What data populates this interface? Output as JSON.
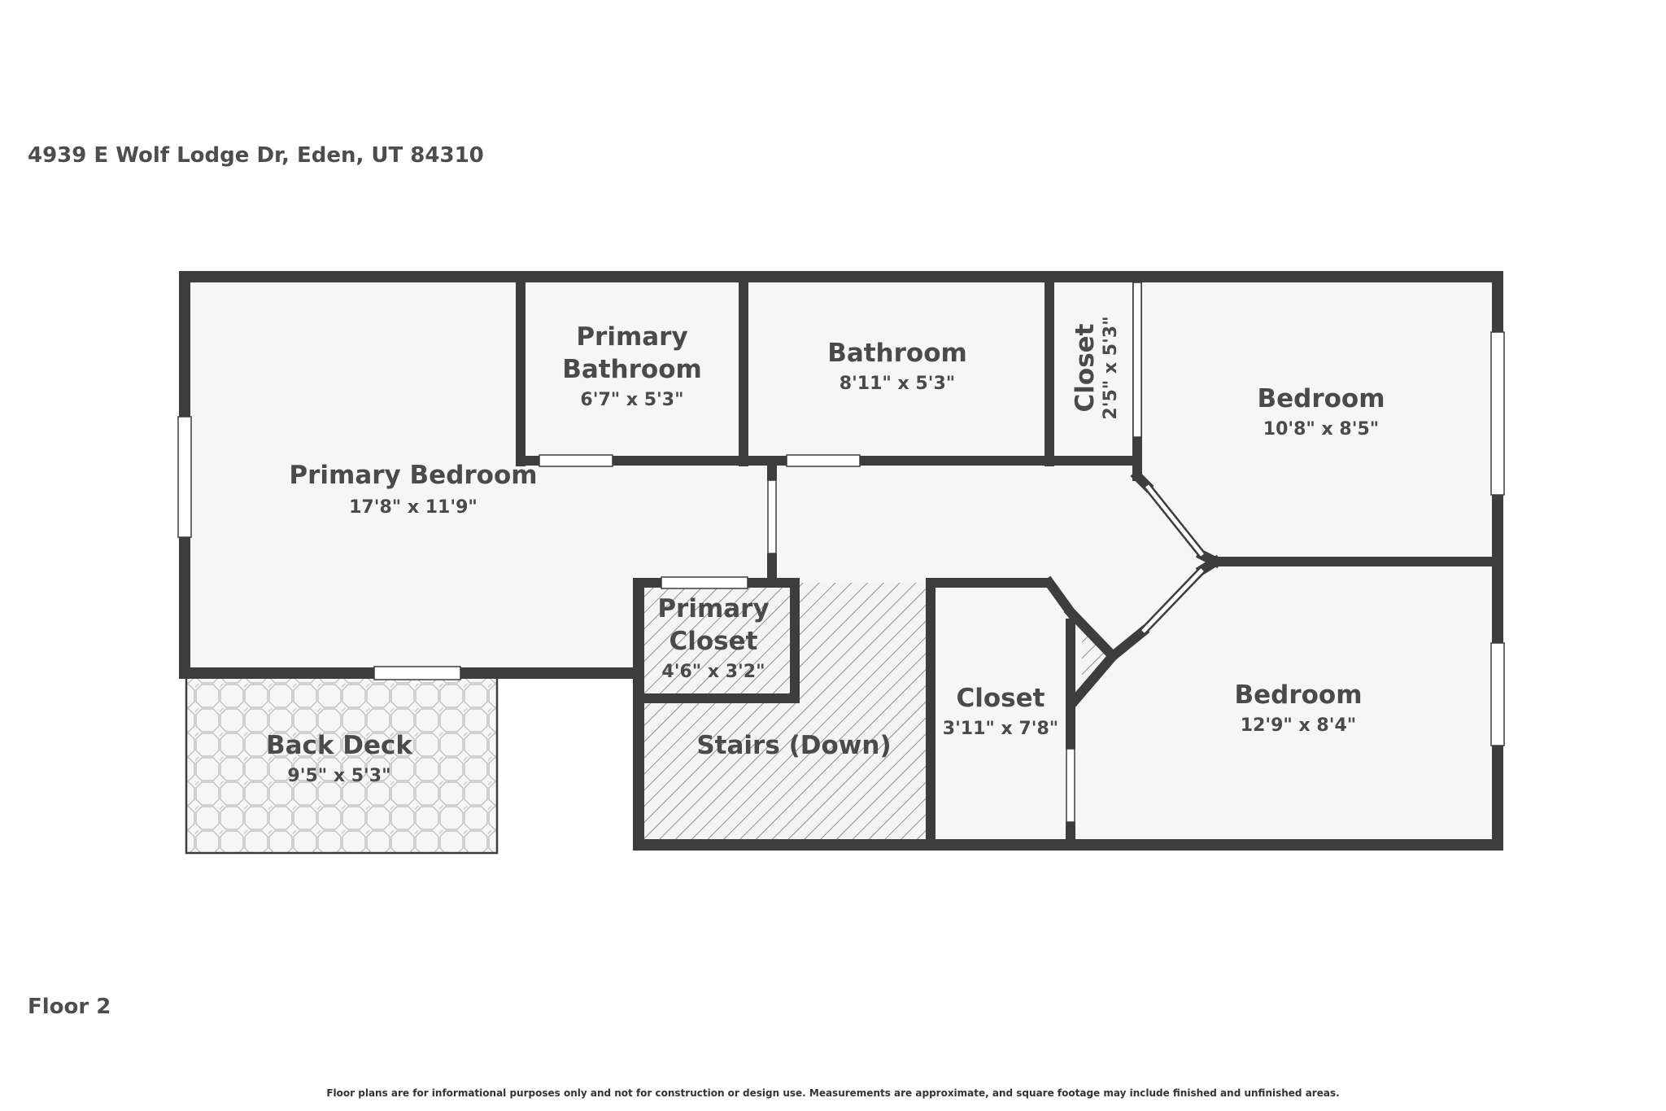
{
  "header": {
    "address": "4939 E Wolf Lodge Dr, Eden, UT 84310"
  },
  "footer": {
    "floor_label": "Floor 2",
    "disclaimer": "Floor plans are for informational purposes only and not for construction or design use. Measurements are approximate, and square footage may include finished and unfinished areas."
  },
  "rooms": {
    "primary_bedroom": {
      "name": "Primary Bedroom",
      "dims": "17'8\" x 11'9\""
    },
    "primary_bathroom": {
      "name_line1": "Primary",
      "name_line2": "Bathroom",
      "dims": "6'7\" x 5'3\""
    },
    "bathroom": {
      "name": "Bathroom",
      "dims": "8'11\" x 5'3\""
    },
    "closet_vertical": {
      "name": "Closet",
      "dims": "2'5\" x 5'3\""
    },
    "bedroom_upper": {
      "name": "Bedroom",
      "dims": "10'8\" x 8'5\""
    },
    "primary_closet": {
      "name_line1": "Primary",
      "name_line2": "Closet",
      "dims": "4'6\" x 3'2\""
    },
    "stairs": {
      "name": "Stairs (Down)"
    },
    "closet_lower": {
      "name": "Closet",
      "dims": "3'11\" x 7'8\""
    },
    "bedroom_lower": {
      "name": "Bedroom",
      "dims": "12'9\" x 8'4\""
    },
    "back_deck": {
      "name": "Back Deck",
      "dims": "9'5\" x 5'3\""
    }
  },
  "colors": {
    "wall": "#3d3d3d",
    "floor": "#f6f6f6",
    "text": "#4a4a4a",
    "background": "#ffffff"
  }
}
